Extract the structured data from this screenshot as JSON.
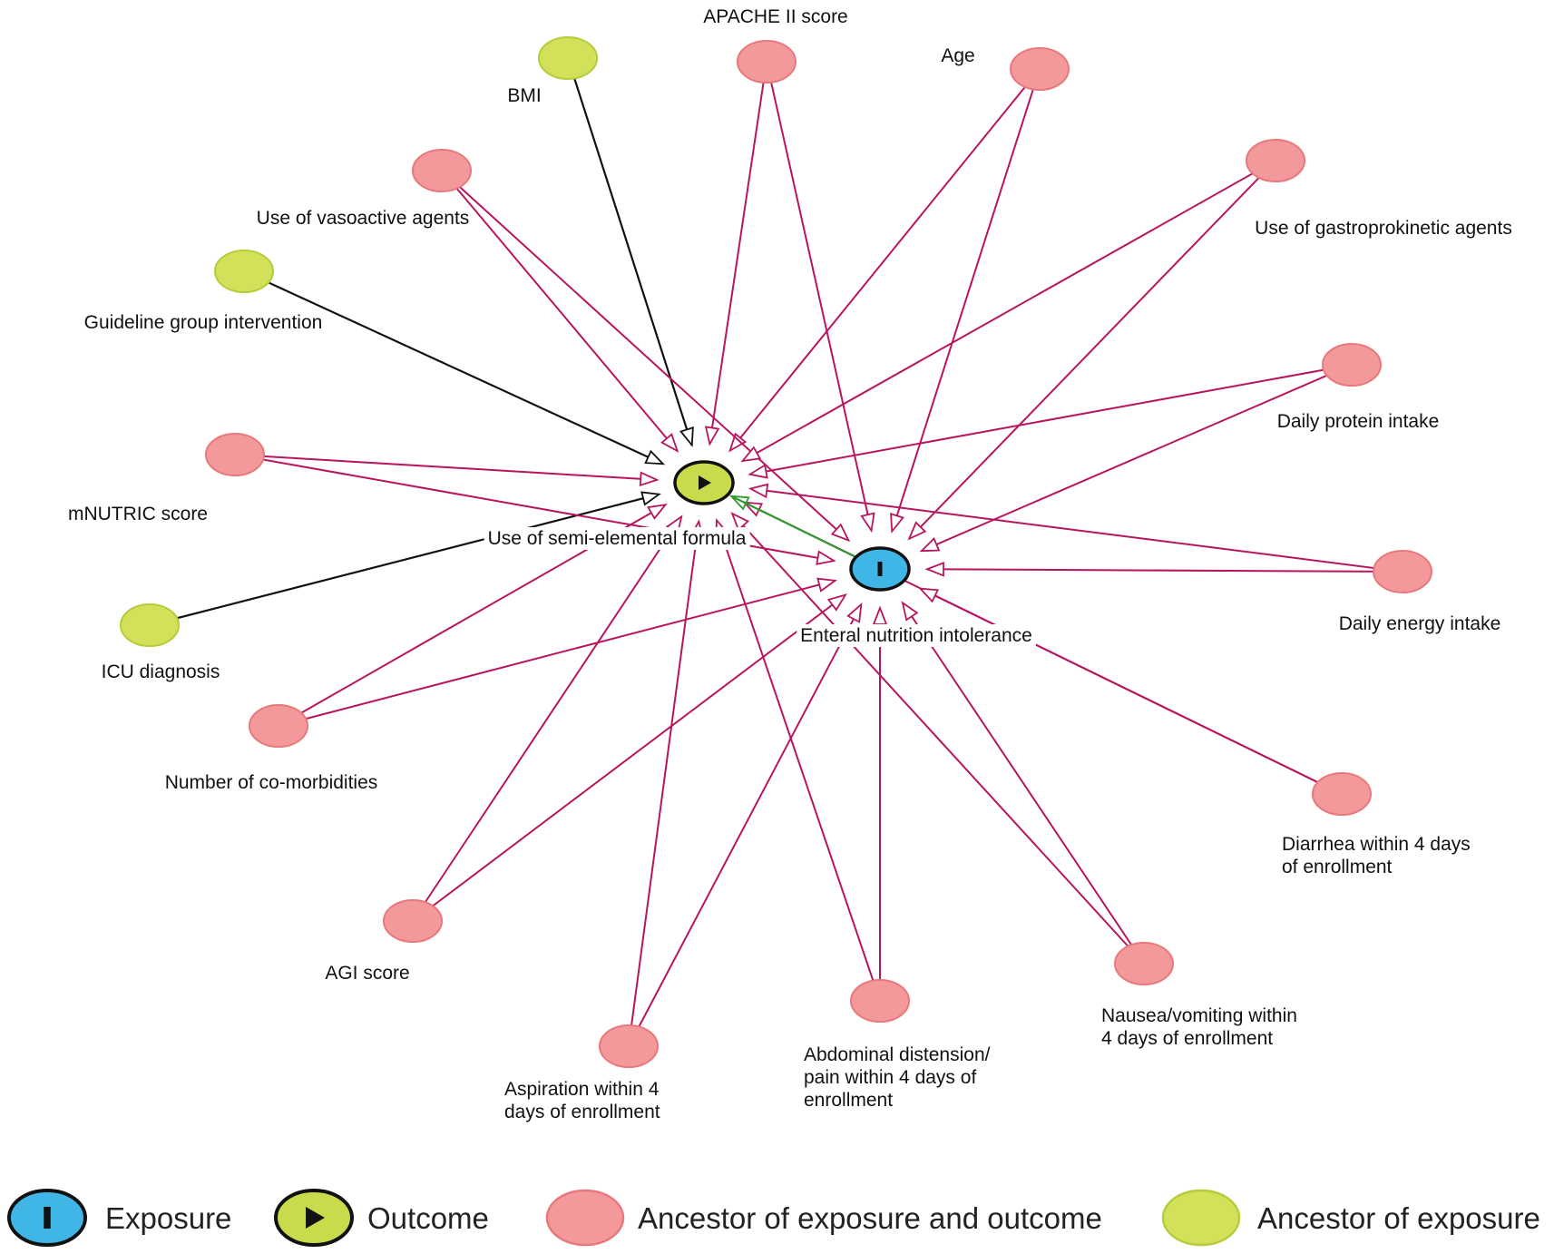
{
  "colors": {
    "exposure": "#3fb6e6",
    "outcome": "#c9db4a",
    "ancestor_both": "#f4999b",
    "ancestor_both_stroke": "#e8787c",
    "ancestor_exposure": "#d3e05a",
    "ancestor_exposure_stroke": "#b6cc3a",
    "edge_causal": "#b8155f",
    "edge_plain": "#111111",
    "edge_target": "#2f9a2f"
  },
  "icons": {
    "exposure": "exposure-bar-icon",
    "outcome": "outcome-play-icon"
  },
  "nodes": {
    "exposure": {
      "label": "Use of semi-elemental formula",
      "type": "outcome"
    },
    "outcome": {
      "label": "Enteral nutrition intolerance",
      "type": "exposure"
    },
    "bmi": {
      "label": "BMI",
      "type": "ancestor_exposure"
    },
    "apache": {
      "label": "APACHE II score",
      "type": "ancestor_both"
    },
    "age": {
      "label": "Age",
      "type": "ancestor_both"
    },
    "vasoactive": {
      "label": "Use of vasoactive agents",
      "type": "ancestor_both"
    },
    "gastro": {
      "label": "Use of gastroprokinetic agents",
      "type": "ancestor_both"
    },
    "guideline": {
      "label": "Guideline group intervention",
      "type": "ancestor_exposure"
    },
    "protein": {
      "label": "Daily protein intake",
      "type": "ancestor_both"
    },
    "mnutric": {
      "label": "mNUTRIC score",
      "type": "ancestor_both"
    },
    "energy": {
      "label": "Daily energy intake",
      "type": "ancestor_both"
    },
    "icu": {
      "label": "ICU diagnosis",
      "type": "ancestor_exposure"
    },
    "comorb": {
      "label": "Number of co-morbidities",
      "type": "ancestor_both"
    },
    "diarrhea": {
      "label": [
        "Diarrhea within 4 days",
        "of enrollment"
      ],
      "type": "ancestor_both"
    },
    "agi": {
      "label": "AGI score",
      "type": "ancestor_both"
    },
    "nausea": {
      "label": [
        "Nausea/vomiting within",
        "4 days of enrollment"
      ],
      "type": "ancestor_both"
    },
    "abdominal": {
      "label": [
        "Abdominal distension/",
        "pain within 4 days of",
        "enrollment"
      ],
      "type": "ancestor_both"
    },
    "aspiration": {
      "label": [
        "Aspiration within 4",
        "days of  enrollment"
      ],
      "type": "ancestor_both"
    }
  },
  "edges": [
    {
      "from": "bmi",
      "to": "exposure",
      "kind": "plain"
    },
    {
      "from": "guideline",
      "to": "exposure",
      "kind": "plain"
    },
    {
      "from": "icu",
      "to": "exposure",
      "kind": "plain"
    },
    {
      "from": "apache",
      "to": "exposure",
      "kind": "causal"
    },
    {
      "from": "apache",
      "to": "outcome",
      "kind": "causal"
    },
    {
      "from": "age",
      "to": "exposure",
      "kind": "causal"
    },
    {
      "from": "age",
      "to": "outcome",
      "kind": "causal"
    },
    {
      "from": "vasoactive",
      "to": "exposure",
      "kind": "causal"
    },
    {
      "from": "vasoactive",
      "to": "outcome",
      "kind": "causal"
    },
    {
      "from": "gastro",
      "to": "exposure",
      "kind": "causal"
    },
    {
      "from": "gastro",
      "to": "outcome",
      "kind": "causal"
    },
    {
      "from": "protein",
      "to": "exposure",
      "kind": "causal"
    },
    {
      "from": "protein",
      "to": "outcome",
      "kind": "causal"
    },
    {
      "from": "mnutric",
      "to": "exposure",
      "kind": "causal"
    },
    {
      "from": "mnutric",
      "to": "outcome",
      "kind": "causal"
    },
    {
      "from": "energy",
      "to": "exposure",
      "kind": "causal"
    },
    {
      "from": "energy",
      "to": "outcome",
      "kind": "causal"
    },
    {
      "from": "comorb",
      "to": "exposure",
      "kind": "causal"
    },
    {
      "from": "comorb",
      "to": "outcome",
      "kind": "causal"
    },
    {
      "from": "agi",
      "to": "exposure",
      "kind": "causal"
    },
    {
      "from": "agi",
      "to": "outcome",
      "kind": "causal"
    },
    {
      "from": "aspiration",
      "to": "exposure",
      "kind": "causal"
    },
    {
      "from": "aspiration",
      "to": "outcome",
      "kind": "causal"
    },
    {
      "from": "abdominal",
      "to": "exposure",
      "kind": "causal"
    },
    {
      "from": "abdominal",
      "to": "outcome",
      "kind": "causal"
    },
    {
      "from": "nausea",
      "to": "exposure",
      "kind": "causal"
    },
    {
      "from": "nausea",
      "to": "outcome",
      "kind": "causal"
    },
    {
      "from": "diarrhea",
      "to": "exposure",
      "kind": "causal"
    },
    {
      "from": "diarrhea",
      "to": "outcome",
      "kind": "causal"
    },
    {
      "from": "outcome",
      "to": "exposure",
      "kind": "target"
    }
  ],
  "legend": [
    {
      "type": "exposure",
      "label": "Exposure"
    },
    {
      "type": "outcome",
      "label": "Outcome"
    },
    {
      "type": "ancestor_both",
      "label": "Ancestor of exposure and outcome"
    },
    {
      "type": "ancestor_exposure",
      "label": "Ancestor of exposure"
    }
  ]
}
